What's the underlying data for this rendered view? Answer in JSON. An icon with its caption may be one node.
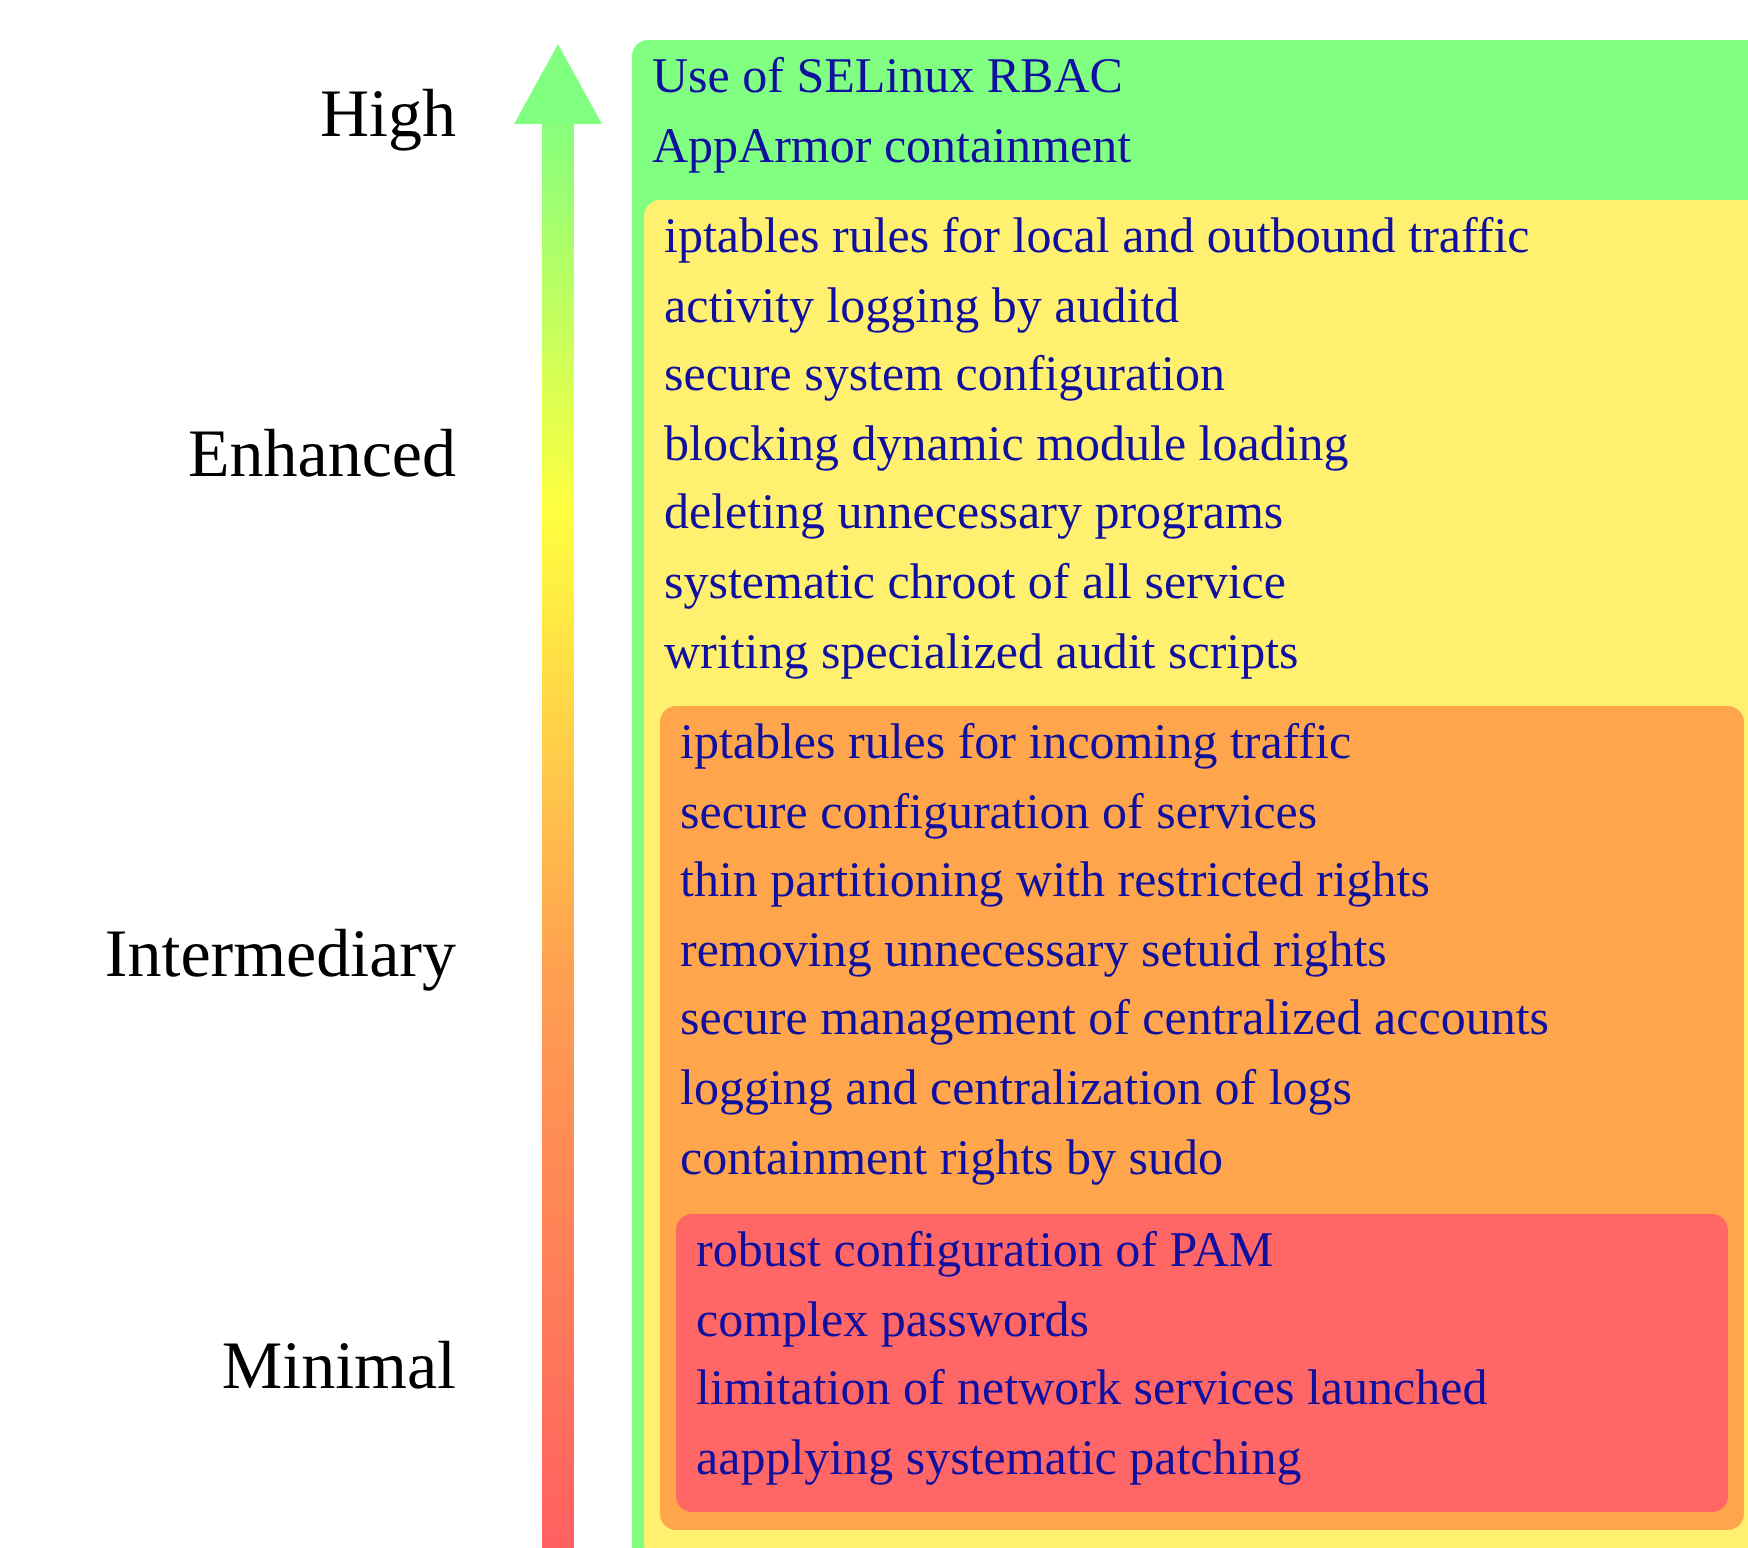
{
  "diagram": {
    "nodes": [
      {
        "text": [
          "Use of SELinux RBAC",
          "AppArmor containment"
        ]
      },
      {
        "text": [
          "iptables rules for local and outbound traffic",
          "activity logging by auditd",
          "secure system configuration",
          "blocking dynamic module loading",
          "deleting unnecessary programs",
          "systematic chroot of all service",
          "writing specialized audit scripts"
        ],
        "in": 0
      },
      {
        "text": [
          "iptables rules for incoming traffic",
          "secure configuration of services",
          "thin partitioning with restricted rights",
          "removing unnecessary setuid rights",
          "secure management of centralized accounts",
          "logging and centralization of logs",
          "containment rights by sudo"
        ],
        "in": 1
      },
      {
        "text": [
          "robust configuration of PAM",
          "complex passwords",
          "limitation of network services launched",
          "aapplying systematic patching"
        ],
        "in": 2
      }
    ],
    "labels": [
      "High",
      "Enhanced",
      "Intermediary",
      "Minimal"
    ]
  }
}
